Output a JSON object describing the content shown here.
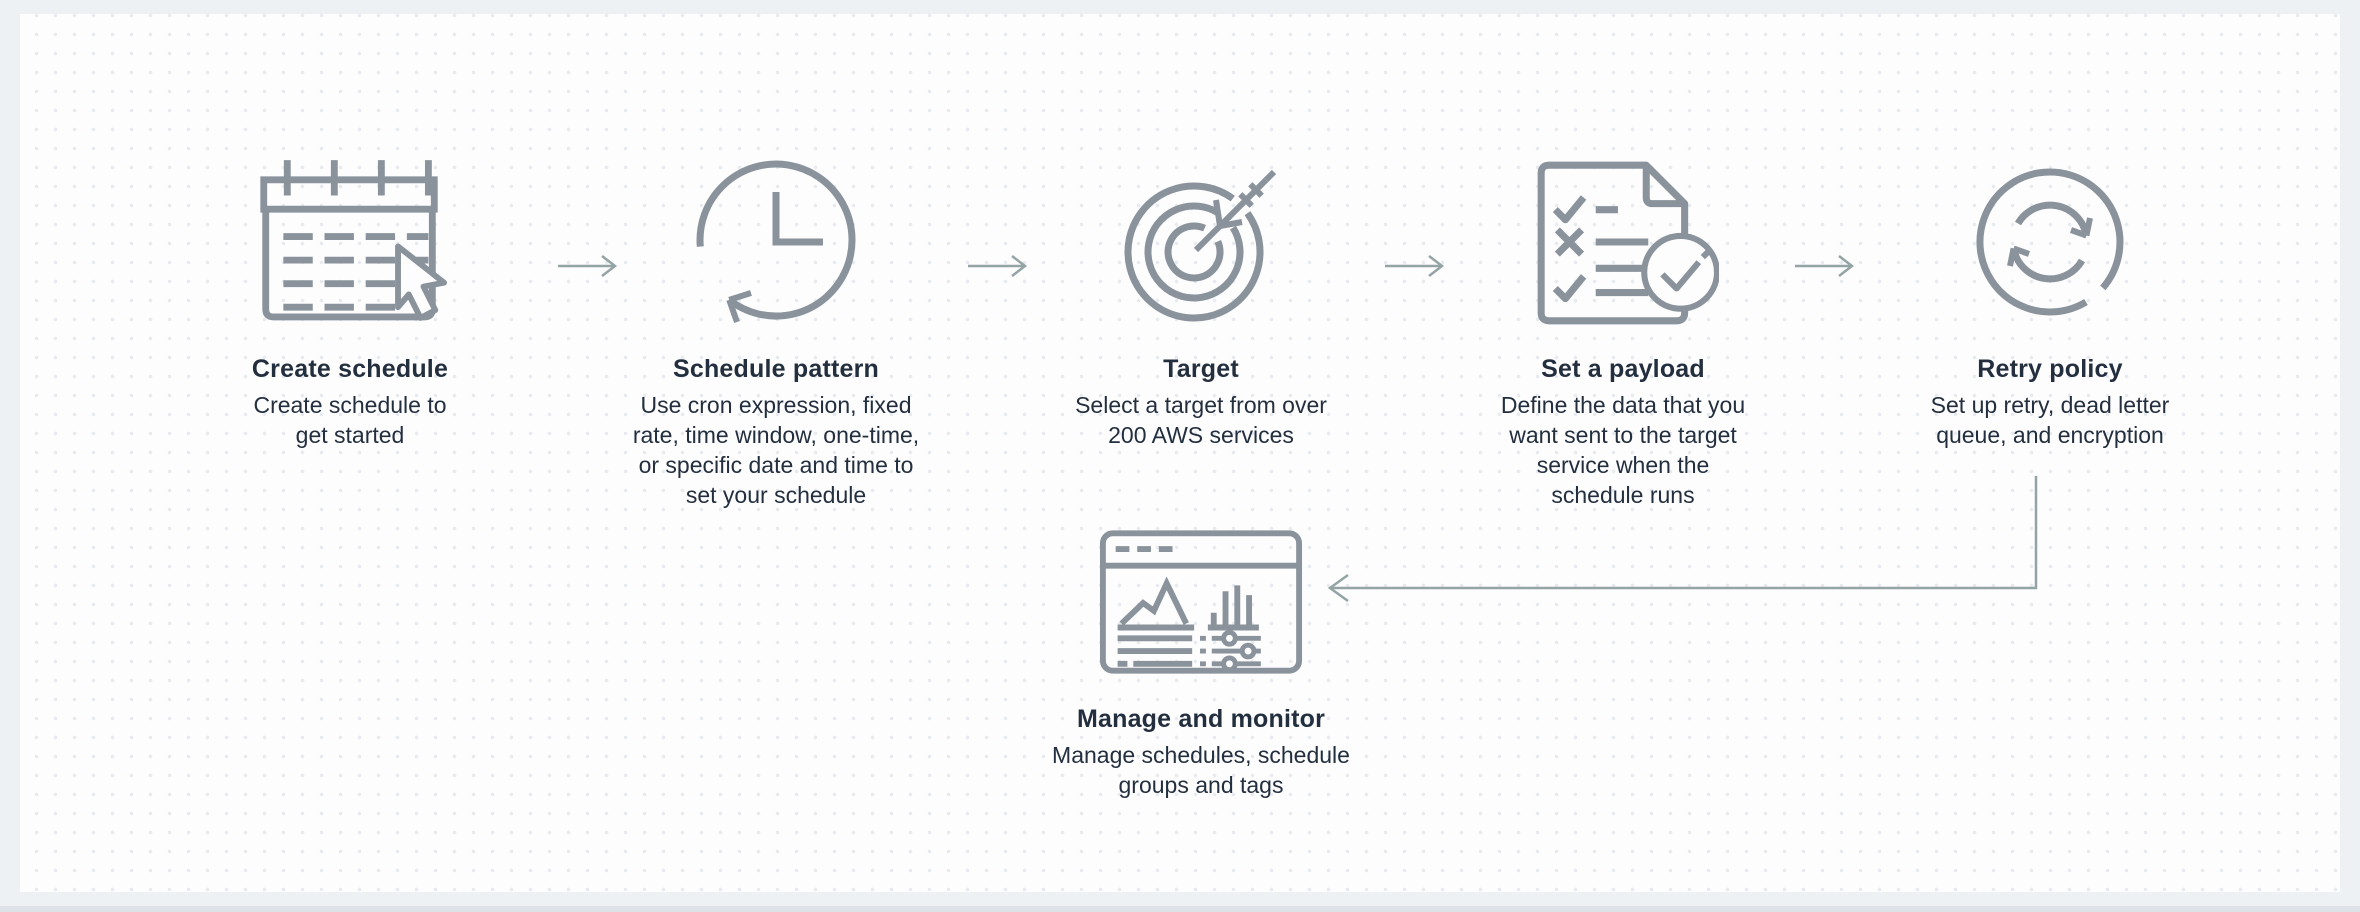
{
  "diagram": {
    "name": "scheduler-how-it-works",
    "steps": [
      {
        "id": "create-schedule",
        "icon": "calendar-cursor-icon",
        "title": "Create schedule",
        "desc": "Create schedule to\nget started"
      },
      {
        "id": "schedule-pattern",
        "icon": "clock-history-icon",
        "title": "Schedule pattern",
        "desc": "Use cron expression, fixed\nrate, time window, one-time,\nor specific date and time to\nset your schedule"
      },
      {
        "id": "target",
        "icon": "target-arrow-icon",
        "title": "Target",
        "desc": "Select a target from over\n200 AWS services"
      },
      {
        "id": "set-a-payload",
        "icon": "checklist-document-icon",
        "title": "Set a payload",
        "desc": "Define the data that you\nwant sent to the target\nservice when the\nschedule runs"
      },
      {
        "id": "retry-policy",
        "icon": "retry-sync-icon",
        "title": "Retry policy",
        "desc": "Set up retry, dead letter\nqueue, and encryption"
      },
      {
        "id": "manage-and-monitor",
        "icon": "dashboard-window-icon",
        "title": "Manage and monitor",
        "desc": "Manage schedules, schedule\ngroups and tags"
      }
    ],
    "flow": {
      "forward_arrows": 4,
      "return_connector": {
        "from": "Retry policy",
        "to": "Manage and monitor"
      }
    }
  },
  "colors": {
    "page_bg": "#eef1f4",
    "panel_bg": "#fdfdfe",
    "dot": "#e7ebf0",
    "icon_stroke": "#8a939c",
    "arrow_stroke": "#94a3a3",
    "heading_text": "#232f3e",
    "body_text": "#232f3e"
  }
}
